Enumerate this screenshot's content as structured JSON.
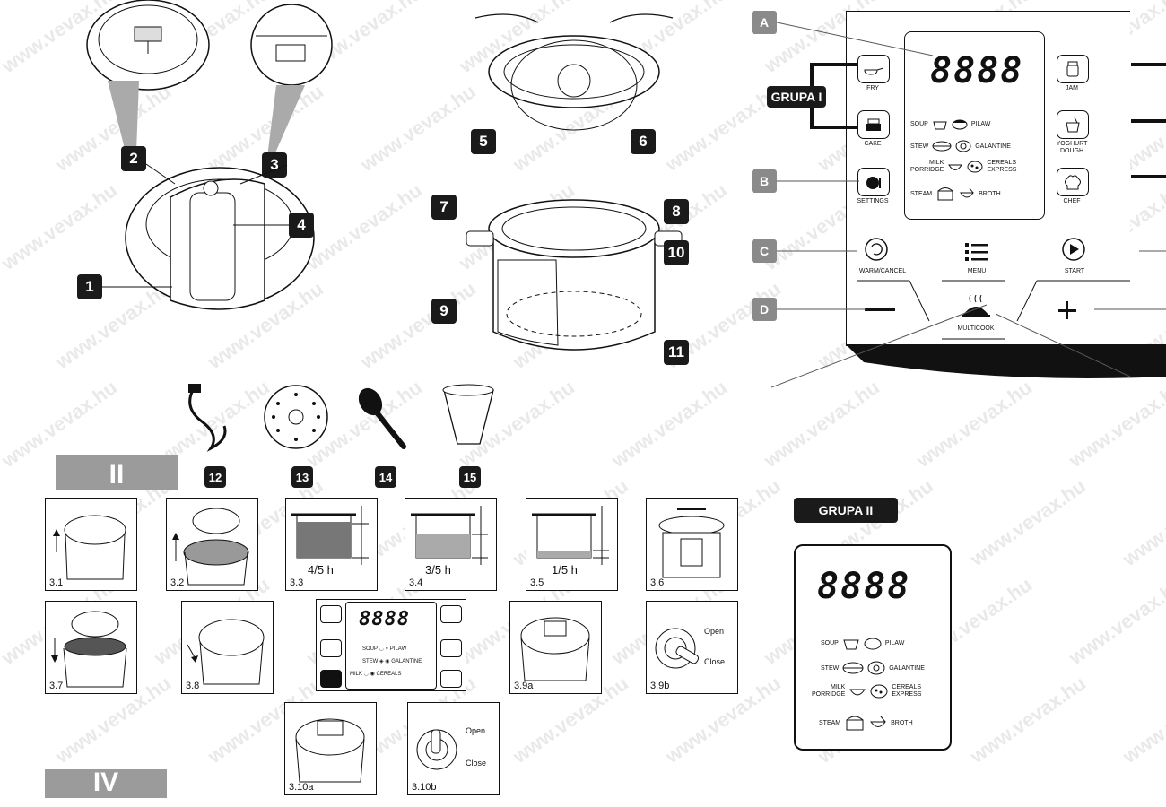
{
  "watermark": "www.vevax.hu",
  "parts": {
    "n1": "1",
    "n2": "2",
    "n3": "3",
    "n4": "4",
    "n5": "5",
    "n6": "6",
    "n7": "7",
    "n8": "8",
    "n9": "9",
    "n10": "10",
    "n11": "11",
    "n12": "12",
    "n13": "13",
    "n14": "14",
    "n15": "15"
  },
  "sections": {
    "ii": "II",
    "iv": "IV"
  },
  "panel": {
    "letters": {
      "a": "A",
      "b": "B",
      "c": "C",
      "d": "D"
    },
    "display": "8888",
    "grupa1": "GRUPA I",
    "left_buttons": {
      "fry": "FRY",
      "cake": "CAKE",
      "settings": "SETTINGS"
    },
    "right_buttons": {
      "jam": "JAM",
      "yoghurt": "YOGHURT",
      "dough": "DOUGH",
      "chef": "CHEF"
    },
    "modes": {
      "soup": "SOUP",
      "pilaw": "PILAW",
      "stew": "STEW",
      "galantine": "GALANTINE",
      "milk": "MILK",
      "porridge": "PORRIDGE",
      "cereals": "CEREALS",
      "express": "EXPRESS",
      "steam": "STEAM",
      "broth": "BROTH"
    },
    "warm_cancel": "WARM/CANCEL",
    "menu": "MENU",
    "start": "START",
    "multicook": "MULTICOOK"
  },
  "steps": {
    "s31": "3.1",
    "s32": "3.2",
    "s33": "3.3",
    "s34": "3.4",
    "s35": "3.5",
    "s36": "3.6",
    "s37": "3.7",
    "s38": "3.8",
    "s39a": "3.9a",
    "s39b": "3.9b",
    "s310a": "3.10a",
    "s310b": "3.10b",
    "fill33": "4/5 h",
    "fill34": "3/5 h",
    "fill35": "1/5 h",
    "open": "Open",
    "close": "Close"
  },
  "grupa2": {
    "label": "GRUPA II",
    "display": "8888"
  },
  "colors": {
    "dark": "#1a1a1a",
    "grey": "#8a8a8a",
    "bar": "#9b9b9b"
  }
}
